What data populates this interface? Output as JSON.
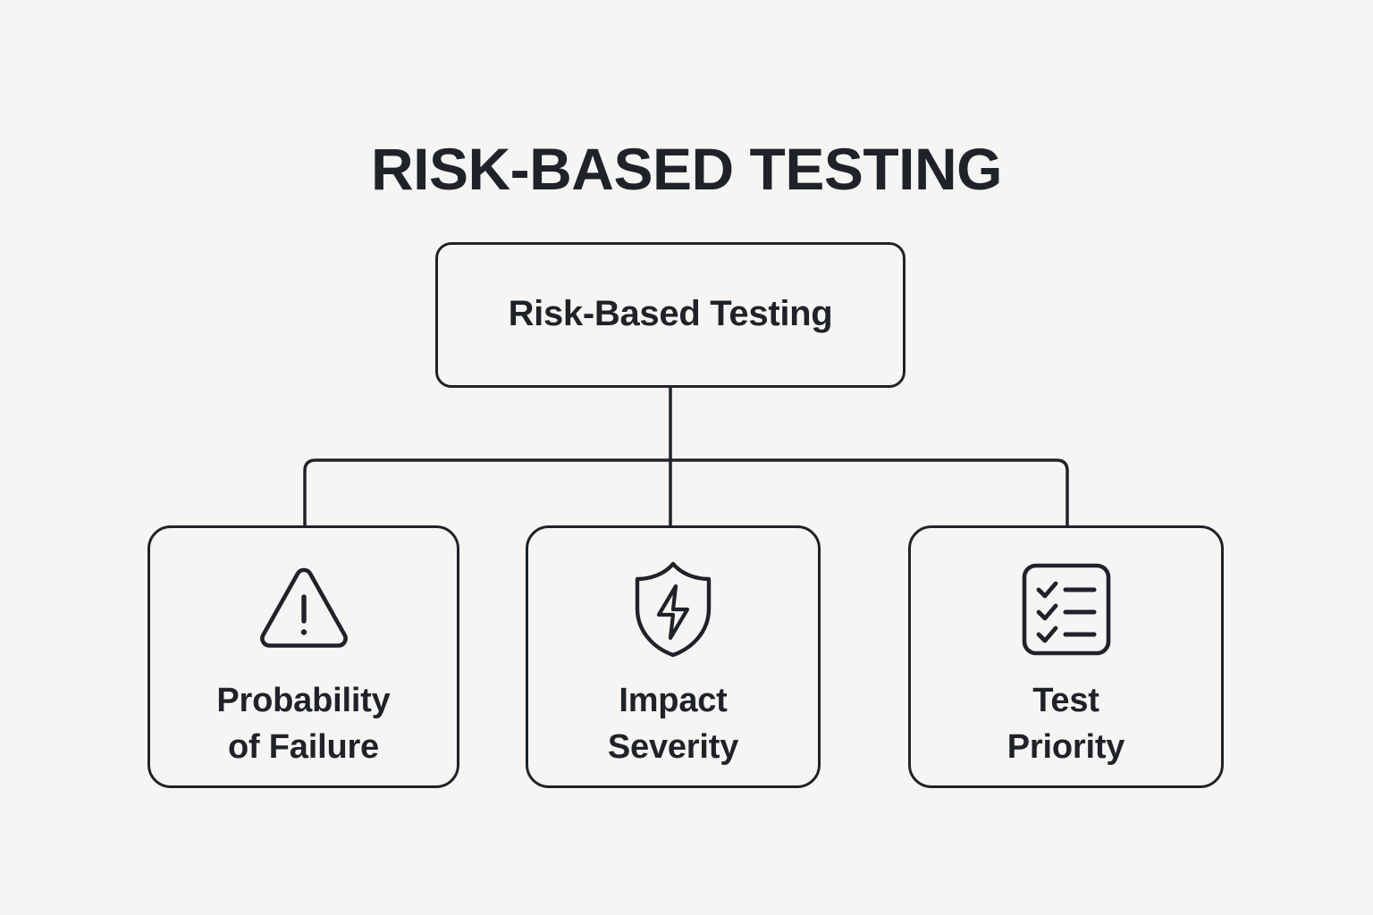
{
  "title": "RISK-BASED TESTING",
  "colors": {
    "background": "#f6f5f3",
    "stroke": "#1f2329",
    "text": "#1f2329"
  },
  "root": {
    "label": "Risk-Based Testing"
  },
  "branches": [
    {
      "id": "probability-of-failure",
      "icon": "warning-triangle-icon",
      "label": "Probability\nof Failure"
    },
    {
      "id": "impact-severity",
      "icon": "shield-bolt-icon",
      "label": "Impact\nSeverity"
    },
    {
      "id": "test-priority",
      "icon": "checklist-icon",
      "label": "Test\nPriority"
    }
  ]
}
